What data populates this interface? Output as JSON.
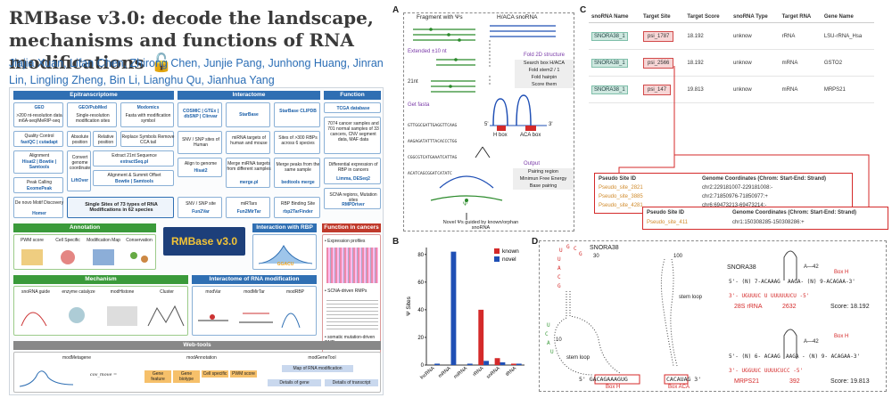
{
  "paper": {
    "title": "RMBase v3.0: decode the landscape, mechanisms and functions of RNA modifications",
    "oa_symbol": "🔓",
    "authors": "Jiajia Xuan, Lifan Chen, Zhirong Chen, Junjie Pang, Junhong Huang, Jinran Lin, Lingling Zheng, Bin Li, Lianghu Qu, Jianhua Yang"
  },
  "workflow": {
    "headers": {
      "epi": "Epitranscriptome",
      "inter": "Interactome",
      "func": "Function",
      "annot": "Annotation",
      "mech": "Mechanism",
      "ibp": "Interaction with RBP",
      "cancer": "Function in cancers",
      "imod": "Interactome of RNA modification",
      "web": "Web-tools"
    },
    "geo": "GEO",
    "geopub": "GEO/PubMed",
    "modomics": "Modomics",
    "geo_text": ">200 nt-resolution data m6A-seq/MeRIP-seq",
    "geopub_text": "Single-resolution modification sites",
    "modomics_text": "Fasta with modification symbol",
    "qc": "Quality Control",
    "qc_tools": "fastQC | cutadapt",
    "abs": "Absolute position",
    "rel": "Relative position",
    "replace": "Replace Symbols Remove CCA tail",
    "align": "Alignment",
    "align_tools": "Hisat2 | Bowtie | Samtools",
    "convert": "Convert genome coordinate",
    "convert_tool": "LiftOver",
    "extract": "Extract 21nt Sequence",
    "extract_tool": "extractSeq.pl",
    "align2": "Alignment & Summit Offset",
    "align2_tools": "Bowtie | Samtools",
    "peak": "Peak Calling",
    "peak_tool": "ExomePeak",
    "denovo": "De novo Motif Discovery",
    "denovo_tool": "Homer",
    "single": "Single Sites of 73 types of RNA Modifications in 62 species",
    "cosmic": "COSMIC | GTEx | dbSNP | Clinvar",
    "starbase": "StarBase",
    "starbase2": "StarBase CLIPDB",
    "snv": "SNV / SNP sites of Human",
    "mirna": "miRNA targets of human and mouse",
    "rbp": "Sites of >300 RBPs across 6 species",
    "align_genome": "Align to genome",
    "align_genome_tool": "Hisat2",
    "merge1": "Merge miRNA targets from different samples",
    "merge1_tool": "merge.pl",
    "merge2": "Merge peaks from the same sample",
    "merge2_tool": "bedtools merge",
    "snvsite": "SNV / SNP site",
    "snvsite_tool": "Fun2Var",
    "mirtars": "miRTars",
    "mirtars_tool": "Fun2MirTar",
    "rbpsite": "RBP Binding Site",
    "rbpsite_tool": "rbp2TarFinder",
    "tcga": "TCGA database",
    "tcga_text": "7074 cancer samples and 701 normal samples of 33 cancers, CNV segment data, MAF data",
    "diffexp": "Differential expression of RBP in cancers",
    "diffexp_tool": "Limma, DESeq2",
    "scna": "SCNA regions, Mutation sites",
    "scna_tool": "RMPDriver",
    "logo": "RMBase v3.0",
    "annot_items": [
      "PWM score",
      "Cell Specific",
      "Modification Map",
      "Conservation"
    ],
    "mech_items": [
      "snoRNA guide",
      "enzyme catalyze",
      "modHistone",
      "Cluster"
    ],
    "imod_items": [
      "modVar",
      "modMirTar",
      "modRBP"
    ],
    "cancer_items": [
      "• Expression profiles",
      "• SCNA-driven RMPs",
      "• somatic mutation-driven RMPs"
    ],
    "ibp_label": "GGACU",
    "web_items": [
      "modMetagene",
      "modAnnotation",
      "modGeneTool"
    ],
    "web_tags": [
      "Gene feature",
      "Gene biotype",
      "Cell specific",
      "PWM score"
    ],
    "web_gene": [
      "Map of RNA modification",
      "Details of gene",
      "Details of transcript"
    ],
    "formula": "cov_move ="
  },
  "panelA": {
    "label": "A",
    "frag": "Fragment with Ψs",
    "hmaca": "H/ACA snoRNA",
    "extended": "Extended ±10 nt",
    "nt21": "21nt",
    "getfasta": "Get fasta",
    "fasta": [
      "GTTGGCGATTGAGGTTCAAG",
      "AAGAGATATTTACACCCTGG",
      "CGGCGTCATGAAATCATTAG",
      "ACATCAGCGGATCATATC"
    ],
    "fold_title": "Fold 2D structure",
    "fold_steps": [
      "Search box H/ACA",
      "Fold stem2 / 1",
      "Fold hairpin",
      "Score them"
    ],
    "hbox": "H box",
    "acabox": "ACA box",
    "p5": "5'",
    "p3": "3'",
    "output": "Output",
    "output_items": [
      "Pairing region",
      "Minimun Free Energy",
      "Base pairing"
    ],
    "psi": "Ψ",
    "novel": "Novel Ψs guided by known/orphan snoRNA"
  },
  "panelB": {
    "label": "B",
    "chart_data": {
      "type": "bar",
      "categories": [
        "lncRNA",
        "mRNA",
        "miRNA",
        "rRNA",
        "snRNA",
        "tRNA"
      ],
      "series": [
        {
          "name": "known",
          "color": "#d42a2a",
          "values": [
            0,
            0,
            0,
            40,
            5,
            1
          ]
        },
        {
          "name": "novel",
          "color": "#1f4fb5",
          "values": [
            1,
            82,
            1,
            3,
            2,
            1
          ]
        }
      ],
      "ylabel": "Ψ Sites",
      "ylim": [
        0,
        85
      ],
      "yticks": [
        0,
        20,
        40,
        60,
        80
      ],
      "legend": "top-right"
    }
  },
  "panelC": {
    "label": "C",
    "headers": [
      "snoRNA Name",
      "Target Site",
      "Target Score",
      "snoRNA Type",
      "Target RNA",
      "Gene Name"
    ],
    "rows": [
      [
        "SNORA38_1",
        "psi_1787",
        "18.192",
        "unknow",
        "rRNA",
        "LSU-rRNA_Hsa"
      ],
      [
        "SNORA38_1",
        "psi_2566",
        "18.192",
        "unknow",
        "mRNA",
        "GSTO2"
      ],
      [
        "SNORA38_1",
        "psi_147",
        "19.813",
        "unknow",
        "mRNA",
        "MRPS21"
      ]
    ],
    "pseudo1": {
      "h1": "Pseudo Site ID",
      "h2": "Genome Coordinates (Chrom: Start-End: Strand)",
      "rows": [
        [
          "Pseudo_site_2821",
          "chr2:229181007-229181008:-"
        ],
        [
          "Pseudo_site_3885",
          "chr2:71850976-71850977:+"
        ],
        [
          "Pseudo_site_4281",
          "chr6:69473213-69473214:-"
        ]
      ]
    },
    "pseudo2": {
      "h1": "Pseudo Site ID",
      "h2": "Genome Coordinates (Chrom: Start-End: Strand)",
      "rows": [
        [
          "Pseudo_site_411",
          "chr1:150308285-150308286:+"
        ]
      ]
    }
  },
  "panelD": {
    "label": "D",
    "name1": "SNORA38",
    "name2": "SNORA38",
    "n30": "30",
    "n100": "100",
    "n10": "10",
    "stemloop": "stem loop",
    "stemloop2": "stem loop",
    "hbox": "Box H",
    "acabox": "Box ACA",
    "seq_bottom": "5' GACAGAAAGUG",
    "seq_bottom2": "CACAUAG 3'",
    "r1": {
      "a42": "A—42",
      "line1": "5'- (N) 7-ACAAAG",
      "line2": "AAGA- (N) 9-ACAGAA-3'",
      "line3": "3'- UGUUUC U UUUUUUCU -5'",
      "target": "28S rRNA",
      "pos": "2632",
      "score": "Score: 18.192",
      "boxh": "Box H"
    },
    "r2": {
      "a42": "A—42",
      "line1": "5'- (N) 6- ACAAG",
      "line2": "AAGA - (N) 9- ACAGAA-3'",
      "line3": "3'- UGGUUC UUUUCUCC -5'",
      "target": "MRPS21",
      "pos": "392",
      "score": "Score: 19.813",
      "boxh": "Box H"
    }
  }
}
